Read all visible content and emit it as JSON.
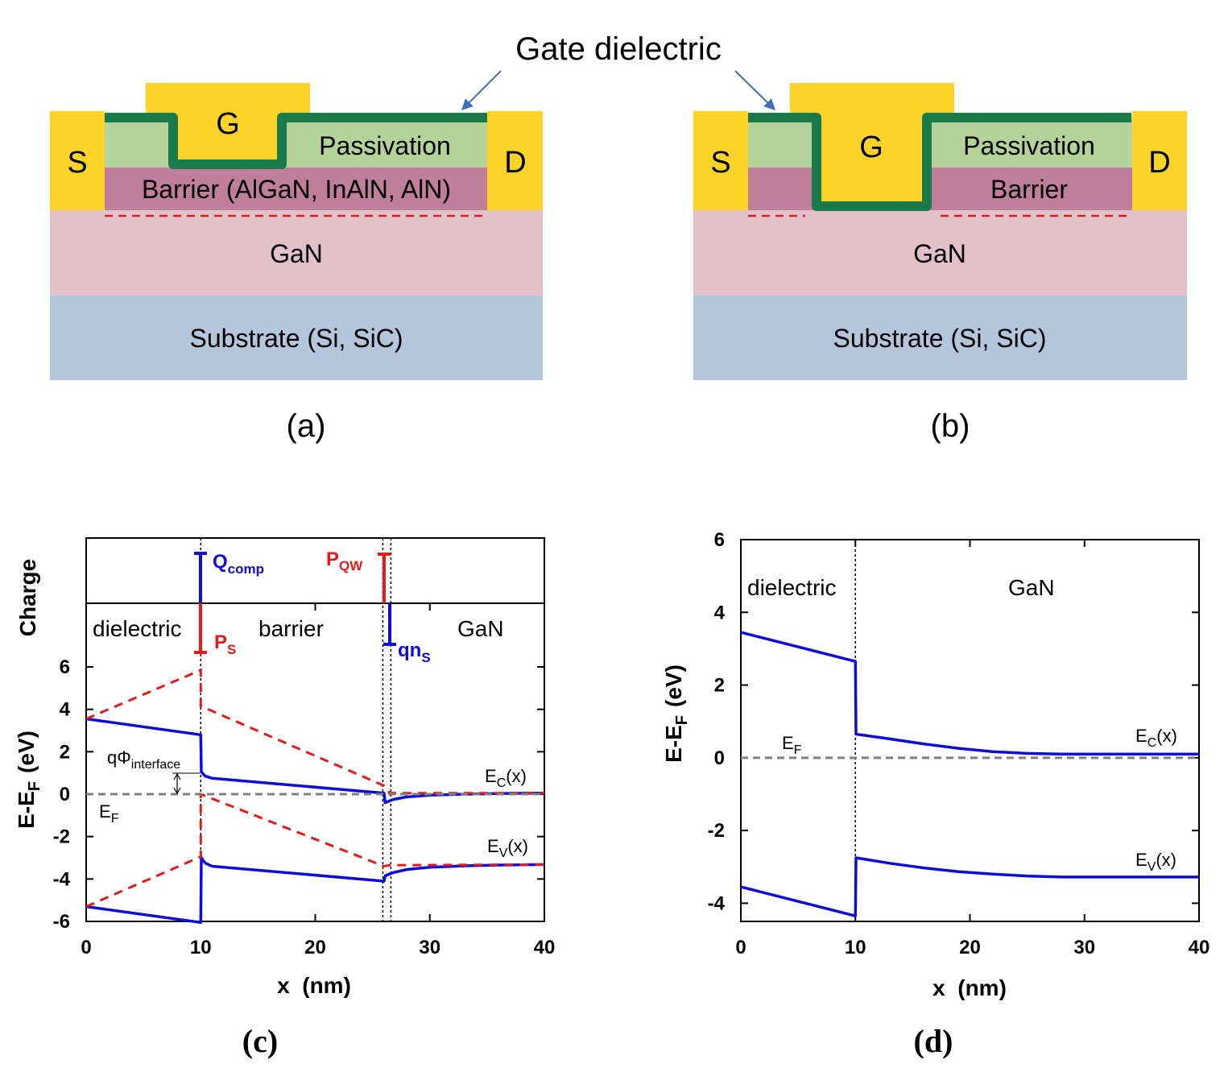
{
  "shared": {
    "gate_dielectric_label": "Gate dielectric"
  },
  "panel_a": {
    "source": "S",
    "gate": "G",
    "drain": "D",
    "passivation": "Passivation",
    "barrier": "Barrier (AlGaN, InAlN, AlN)",
    "channel": "GaN",
    "substrate": "Substrate (Si, SiC)",
    "caption": "(a)"
  },
  "panel_b": {
    "source": "S",
    "gate": "G",
    "drain": "D",
    "passivation": "Passivation",
    "barrier": "Barrier",
    "channel": "GaN",
    "substrate": "Substrate (Si, SiC)",
    "caption": "(b)"
  },
  "colors": {
    "metal": "#fdd329",
    "passivation": "#b3d39b",
    "barrier": "#bf7e9a",
    "gan": "#e3c1cb",
    "substrate": "#b4c6db",
    "gate_dielectric": "#1a7a49",
    "arrow": "#3f6fb0",
    "band": "#0d0dd9",
    "polarization": "#e01c1c",
    "fermi": "#808080"
  },
  "chart_data": [
    {
      "type": "line",
      "panel": "(c)",
      "xlabel": "x  (nm)",
      "ylabel": "E-E",
      "ylabel_sub": "F",
      "ylabel_unit": "(eV)",
      "charge_label": "Charge",
      "xlim": [
        0,
        40
      ],
      "ylim": [
        -6,
        6
      ],
      "xticks": [
        0,
        10,
        20,
        30,
        40
      ],
      "yticks": [
        -6,
        -4,
        -2,
        0,
        2,
        4,
        6
      ],
      "regions": [
        "dielectric",
        "barrier",
        "GaN"
      ],
      "annotations": {
        "q_comp": "Q",
        "q_comp_sub": "comp",
        "p_s": "P",
        "p_s_sub": "S",
        "p_qw": "P",
        "p_qw_sub": "QW",
        "qn_s": "qn",
        "qn_s_sub": "S",
        "qphi": "qΦ",
        "qphi_sub": "interface",
        "ef": "E",
        "ef_sub": "F",
        "ec": "E",
        "ec_sub": "C",
        "ec_tail": "(x)",
        "ev": "E",
        "ev_sub": "V",
        "ev_tail": "(x)"
      },
      "series": [
        {
          "kind": "Ec",
          "points": [
            [
              0,
              3.55
            ],
            [
              10,
              2.8
            ],
            [
              10.05,
              1.05
            ],
            [
              10.4,
              0.85
            ],
            [
              11,
              0.75
            ],
            [
              26,
              0.05
            ],
            [
              26.1,
              -0.4
            ],
            [
              26.8,
              -0.25
            ],
            [
              28,
              -0.13
            ],
            [
              30,
              -0.05
            ],
            [
              33,
              0.0
            ],
            [
              36,
              0.03
            ],
            [
              40,
              0.05
            ]
          ]
        },
        {
          "kind": "Ev",
          "points": [
            [
              0,
              -5.3
            ],
            [
              10,
              -6.05
            ],
            [
              10.05,
              -3.0
            ],
            [
              10.4,
              -3.25
            ],
            [
              11,
              -3.4
            ],
            [
              26,
              -4.1
            ],
            [
              26.1,
              -3.85
            ],
            [
              26.8,
              -3.7
            ],
            [
              28,
              -3.55
            ],
            [
              30,
              -3.45
            ],
            [
              33,
              -3.38
            ],
            [
              36,
              -3.34
            ],
            [
              40,
              -3.32
            ]
          ]
        },
        {
          "kind": "polarization",
          "points": [
            [
              0,
              3.55
            ],
            [
              10,
              5.85
            ],
            [
              10,
              4.15
            ],
            [
              26,
              0.4
            ],
            [
              26.5,
              0.05
            ],
            [
              40,
              0.05
            ]
          ]
        },
        {
          "kind": "polarization",
          "points": [
            [
              0,
              -5.3
            ],
            [
              10,
              -2.95
            ],
            [
              10,
              0.0
            ],
            [
              26,
              -3.4
            ],
            [
              26.5,
              -3.35
            ],
            [
              40,
              -3.32
            ]
          ]
        },
        {
          "kind": "fermi",
          "points": [
            [
              0,
              0
            ],
            [
              40,
              0
            ]
          ]
        }
      ]
    },
    {
      "type": "line",
      "panel": "(d)",
      "xlabel": "x  (nm)",
      "ylabel": "E-E",
      "ylabel_sub": "F",
      "ylabel_unit": "(eV)",
      "xlim": [
        0,
        40
      ],
      "ylim": [
        -4.5,
        6
      ],
      "xticks": [
        0,
        10,
        20,
        30,
        40
      ],
      "yticks": [
        -4,
        -2,
        0,
        2,
        4,
        6
      ],
      "regions": [
        "dielectric",
        "GaN"
      ],
      "annotations": {
        "ef": "E",
        "ef_sub": "F",
        "ec": "E",
        "ec_sub": "C",
        "ec_tail": "(x)",
        "ev": "E",
        "ev_sub": "V",
        "ev_tail": "(x)"
      },
      "series": [
        {
          "kind": "Ec",
          "points": [
            [
              0,
              3.45
            ],
            [
              10,
              2.65
            ],
            [
              10.05,
              0.65
            ],
            [
              13,
              0.52
            ],
            [
              16,
              0.38
            ],
            [
              19,
              0.26
            ],
            [
              22,
              0.17
            ],
            [
              25,
              0.12
            ],
            [
              28,
              0.1
            ],
            [
              32,
              0.1
            ],
            [
              40,
              0.1
            ]
          ]
        },
        {
          "kind": "Ev",
          "points": [
            [
              0,
              -3.55
            ],
            [
              10,
              -4.35
            ],
            [
              10.05,
              -2.75
            ],
            [
              13,
              -2.9
            ],
            [
              16,
              -3.03
            ],
            [
              19,
              -3.13
            ],
            [
              22,
              -3.2
            ],
            [
              25,
              -3.25
            ],
            [
              28,
              -3.28
            ],
            [
              32,
              -3.28
            ],
            [
              40,
              -3.28
            ]
          ]
        },
        {
          "kind": "fermi",
          "points": [
            [
              0,
              0
            ],
            [
              40,
              0
            ]
          ]
        }
      ]
    }
  ]
}
